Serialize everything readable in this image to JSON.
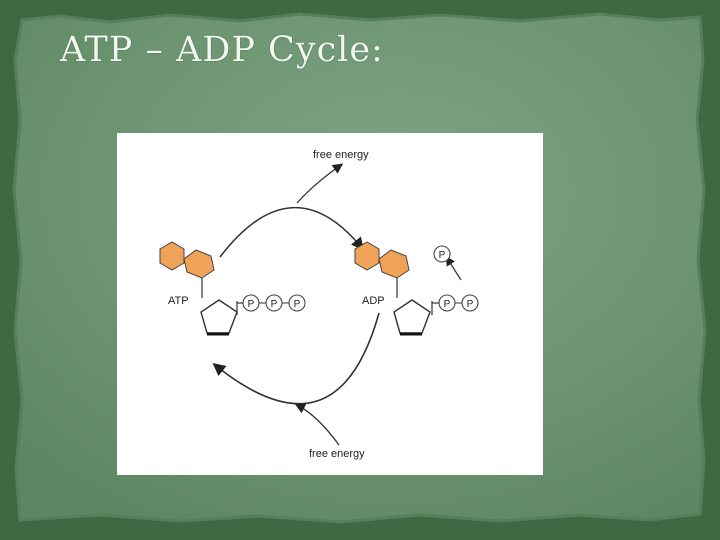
{
  "slide": {
    "title": "ATP – ADP Cycle:",
    "background_color": "#3e6a44",
    "card_color": "#6b9370"
  },
  "diagram": {
    "top_label": "free energy",
    "bottom_label": "free energy",
    "atp_label": "ATP",
    "adp_label": "ADP",
    "phosphate_symbol": "P",
    "atp_phosphate_count": 3,
    "adp_phosphate_count": 2,
    "released_phosphate_count": 1,
    "base_color": "#f0a358",
    "line_color": "#333333"
  }
}
